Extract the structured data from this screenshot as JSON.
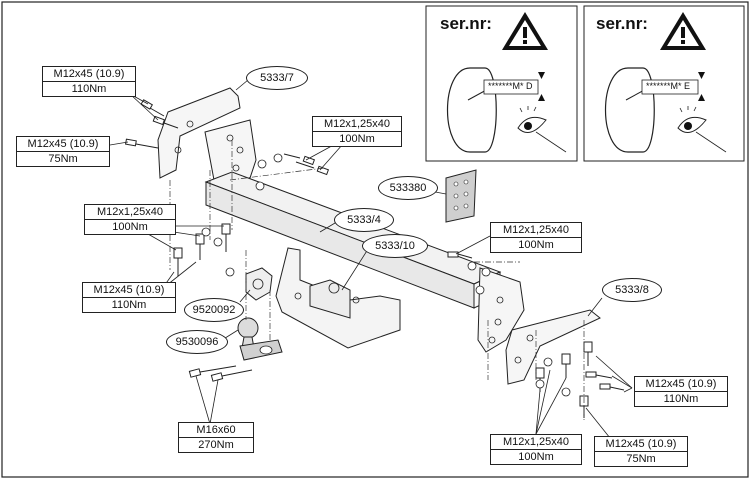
{
  "panels": [
    {
      "title": "ser.nr:",
      "serial": "*******M* D"
    },
    {
      "title": "ser.nr:",
      "serial": "*******M* E"
    }
  ],
  "specs": [
    {
      "id": "left-top",
      "line1": "M12x45 (10.9)",
      "line2": "110Nm"
    },
    {
      "id": "left-mid",
      "line1": "M12x45 (10.9)",
      "line2": "75Nm"
    },
    {
      "id": "center-top",
      "line1": "M12x1,25x40",
      "line2": "100Nm"
    },
    {
      "id": "left-lower",
      "line1": "M12x1,25x40",
      "line2": "100Nm"
    },
    {
      "id": "right-mid",
      "line1": "M12x1,25x40",
      "line2": "100Nm"
    },
    {
      "id": "left-bottom",
      "line1": "M12x45 (10.9)",
      "line2": "110Nm"
    },
    {
      "id": "ball-bolt",
      "line1": "M16x60",
      "line2": "270Nm"
    },
    {
      "id": "right-lower",
      "line1": "M12x45 (10.9)",
      "line2": "110Nm"
    },
    {
      "id": "bottom-center",
      "line1": "M12x1,25x40",
      "line2": "100Nm"
    },
    {
      "id": "bottom-right",
      "line1": "M12x45 (10.9)",
      "line2": "75Nm"
    }
  ],
  "parts": [
    {
      "id": "bracket-left",
      "label": "5333/7"
    },
    {
      "id": "plate",
      "label": "533380"
    },
    {
      "id": "crossbar",
      "label": "5333/4"
    },
    {
      "id": "socket-bracket",
      "label": "5333/10"
    },
    {
      "id": "bracket-right",
      "label": "5333/8"
    },
    {
      "id": "socket-plate",
      "label": "9520092"
    },
    {
      "id": "towball",
      "label": "9530096"
    }
  ]
}
